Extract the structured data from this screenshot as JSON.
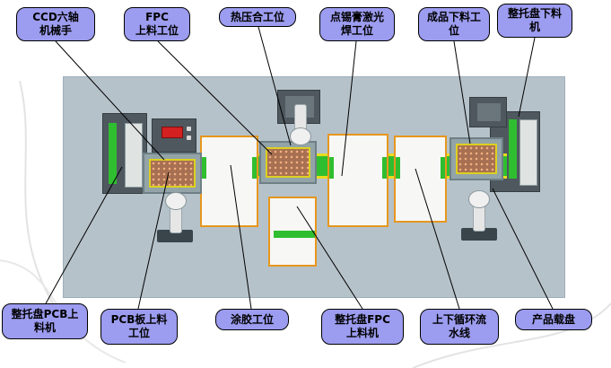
{
  "slide": {
    "labels_top": [
      {
        "text": "CCD六轴\n机械手"
      },
      {
        "text": "FPC\n上料工位"
      },
      {
        "text": "热压合工位"
      },
      {
        "text": "点锡膏激光\n焊工位"
      },
      {
        "text": "成品下料工\n位"
      },
      {
        "text": "整托盘下料\n机"
      }
    ],
    "labels_bottom": [
      {
        "text": "整托盘PCB上\n料机"
      },
      {
        "text": "PCB板上料\n工位"
      },
      {
        "text": "涂胶工位"
      },
      {
        "text": "整托盘FPC\n上料机"
      },
      {
        "text": "上下循环流\n水线"
      },
      {
        "text": "产品载盘"
      }
    ],
    "colors": {
      "callout_fill": "#9c9cf0",
      "callout_border": "#000000",
      "diagram_background": "#b6c2ca",
      "machine_dark": "#4e585e",
      "panel_border_orange": "#e6971e",
      "conveyor_green": "#2fbe2f",
      "rail_yellow": "#e8dc1e",
      "tray_brown": "#a87052",
      "display_red": "#d42020"
    }
  }
}
